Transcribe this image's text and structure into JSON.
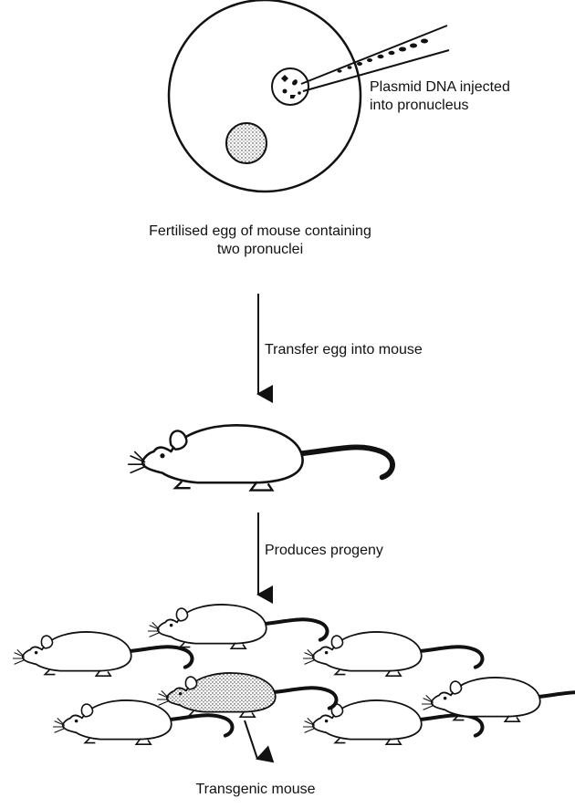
{
  "labels": {
    "injection": [
      "Plasmid DNA injected",
      "into pronucleus"
    ],
    "egg": [
      "Fertilised egg of mouse containing",
      "two pronuclei"
    ],
    "transfer": "Transfer egg into mouse",
    "progeny": "Produces progeny",
    "transgenic": "Transgenic mouse"
  },
  "icons": {
    "egg": "fertilised-egg-icon",
    "pronucleus": "pronucleus-icon",
    "needle": "injection-needle-icon",
    "mouse": "mouse-icon",
    "transgenic_mouse": "transgenic-mouse-icon"
  },
  "progeny_count": 7
}
